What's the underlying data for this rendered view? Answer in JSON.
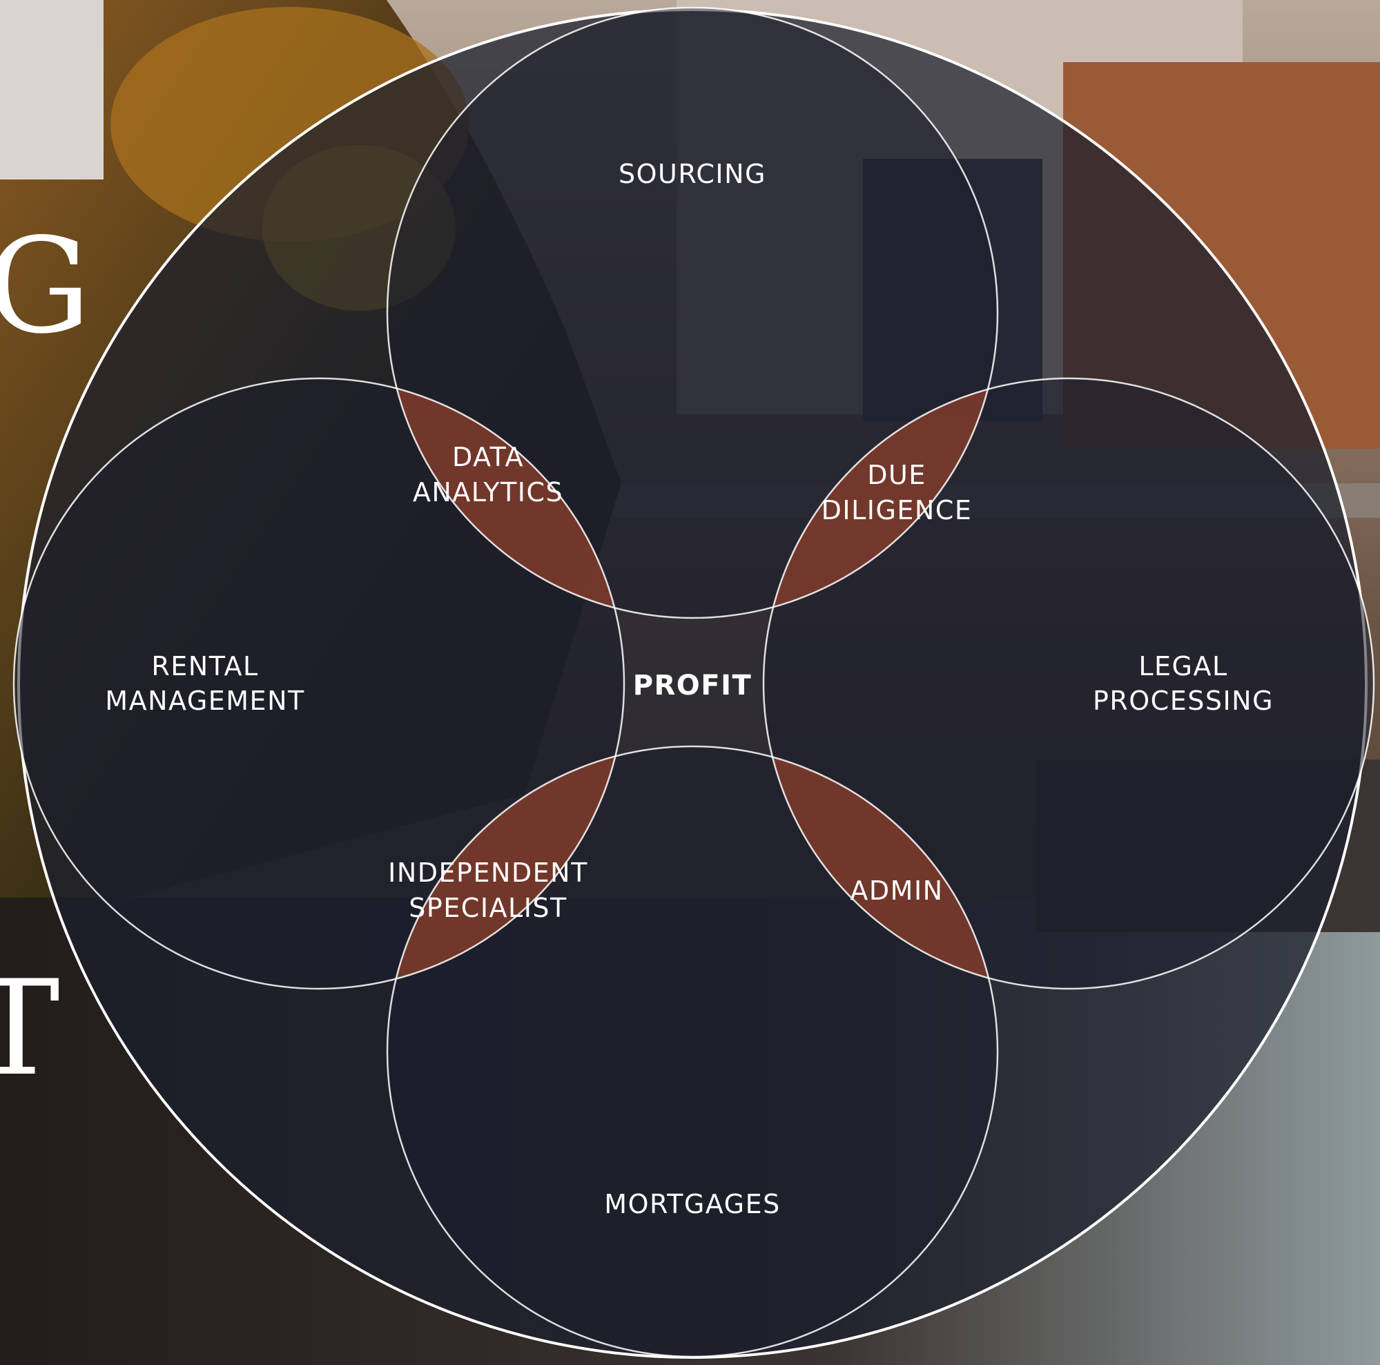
{
  "colors": {
    "ring_stroke": "#ffffff",
    "outer_fill": "#1c1f2e",
    "petal_fill": "#7a3a2a",
    "lens_fill": "#a34c2b",
    "center_fill": "#ec6f1a"
  },
  "side_letters": {
    "top": "G",
    "bottom": "T"
  },
  "diagram": {
    "outer": {
      "top": "SOURCING",
      "left": [
        "RENTAL",
        "MANAGEMENT"
      ],
      "right": [
        "LEGAL",
        "PROCESSING"
      ],
      "bottom": "MORTGAGES"
    },
    "petals": {
      "top_left": [
        "DATA",
        "ANALYTICS"
      ],
      "top_right": [
        "DUE",
        "DILIGENCE"
      ],
      "bottom_left": [
        "INDEPENDENT",
        "SPECIALIST"
      ],
      "bottom_right": "ADMIN"
    },
    "center": "PROFIT"
  }
}
